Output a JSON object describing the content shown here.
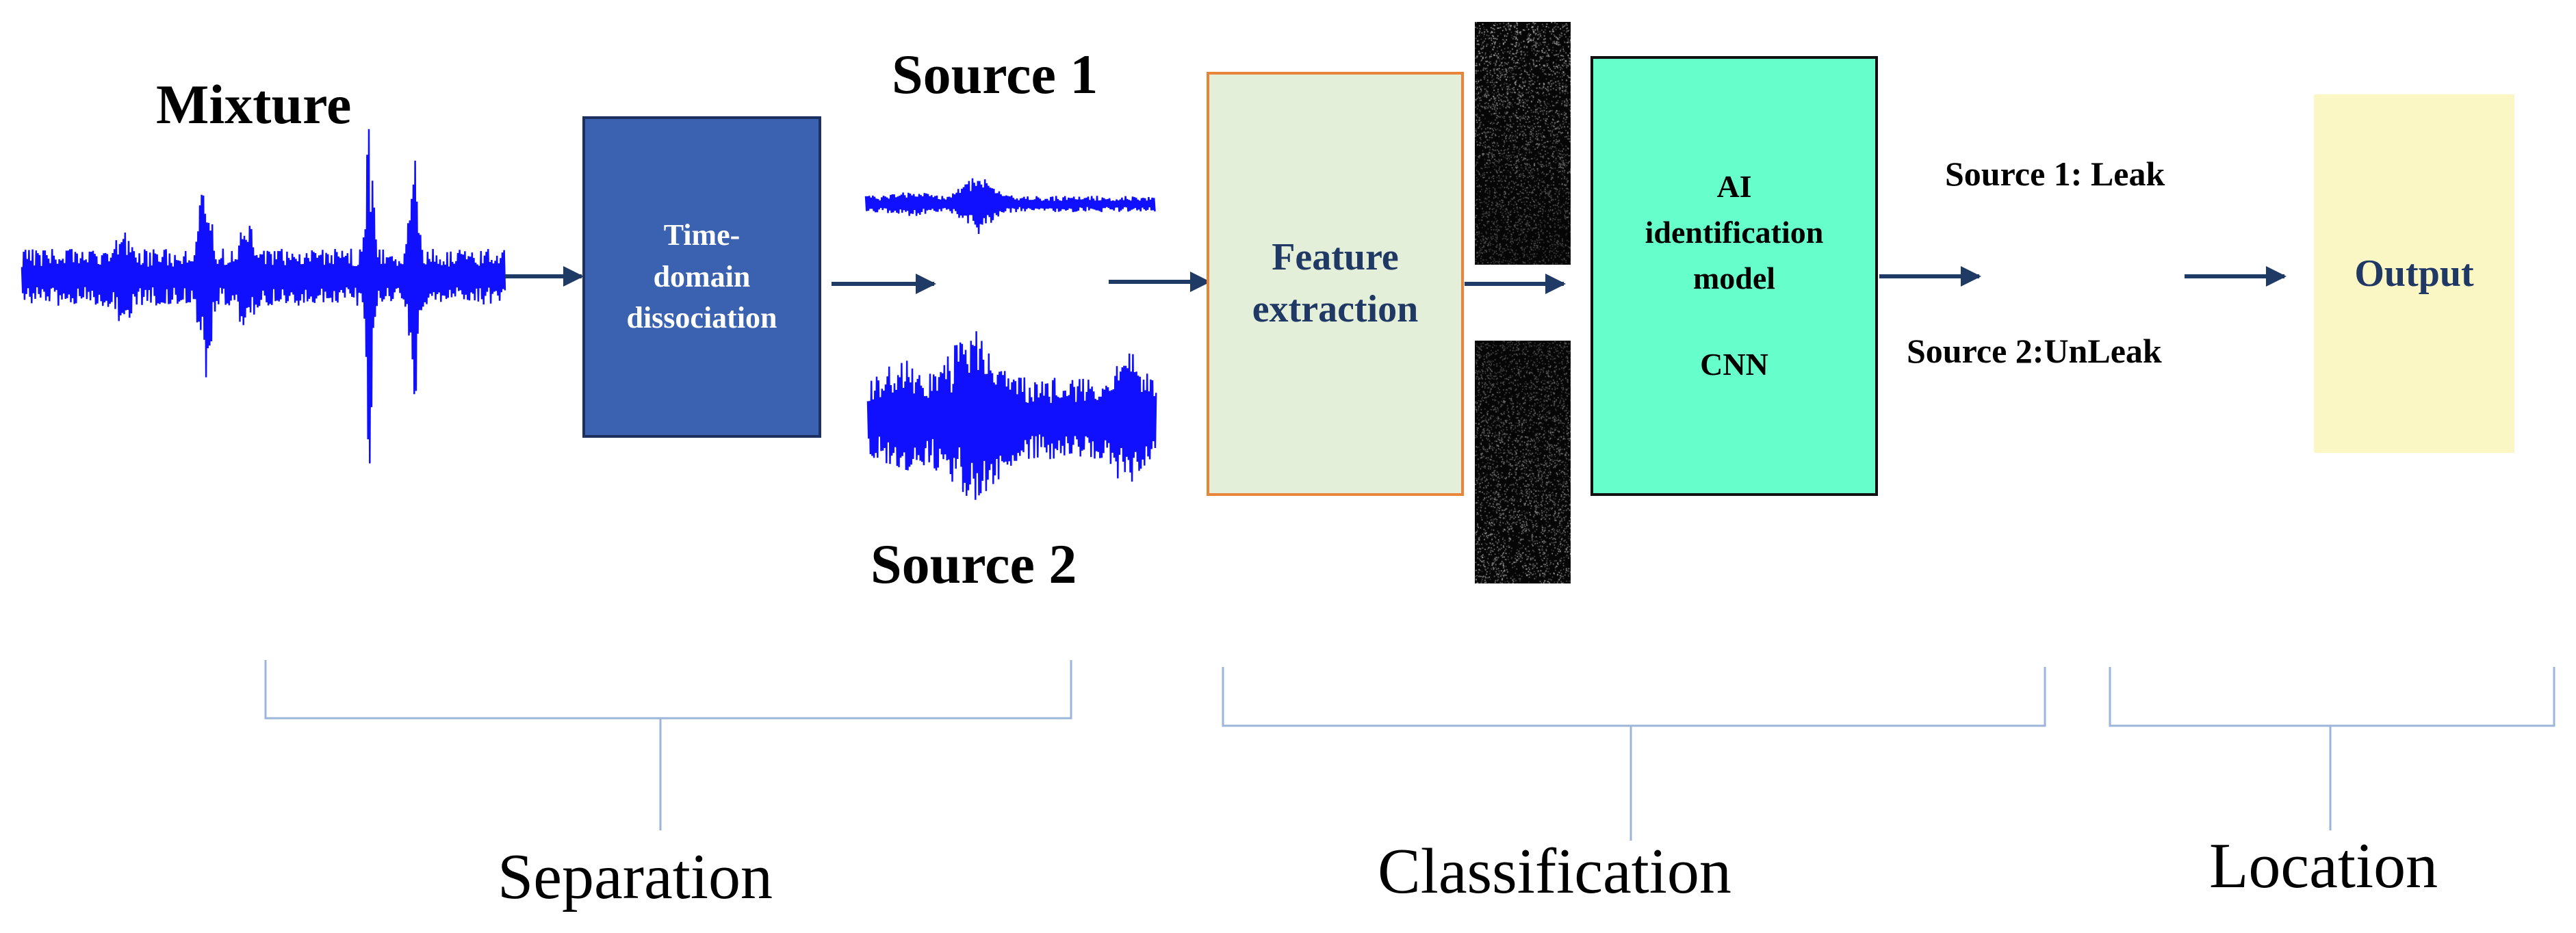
{
  "labels": {
    "mixture": "Mixture",
    "source1": "Source 1",
    "source2": "Source 2",
    "separation": "Separation",
    "classification": "Classification",
    "location": "Location"
  },
  "boxes": {
    "time_domain_line1": "Time-",
    "time_domain_line2": "domain",
    "time_domain_line3": "dissociation",
    "feature_line1": "Feature",
    "feature_line2": "extraction",
    "ai_line1": "AI",
    "ai_line2": "identification",
    "ai_line3": "model",
    "ai_line4": "CNN",
    "output": "Output"
  },
  "results": {
    "source1": "Source 1: Leak",
    "source2": "Source 2:UnLeak"
  },
  "colors": {
    "waveform": "#1010ff",
    "arrow": "#1f3a64",
    "time_domain_fill": "#3a62b0",
    "feature_fill": "#e4efd9",
    "feature_border": "#e8853b",
    "ai_fill": "#66ffcc",
    "output_fill": "#fbf7c5",
    "bracket": "#9bb6d8"
  }
}
